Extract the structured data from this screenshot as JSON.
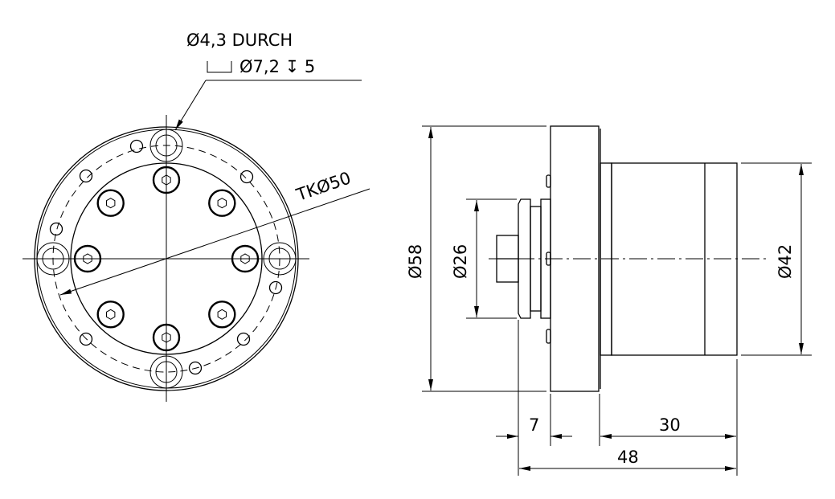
{
  "front_view": {
    "callout_line1": "Ø4,3 DURCH",
    "callout_line2": "Ø7,2 ↧ 5",
    "bolt_circle_label": "TKØ50"
  },
  "side_view": {
    "dim_flange_diameter": "Ø58",
    "dim_shaft_diameter": "Ø26",
    "dim_body_diameter": "Ø42",
    "dim_shaft_length": "7",
    "dim_body_length": "30",
    "dim_total_length": "48"
  }
}
